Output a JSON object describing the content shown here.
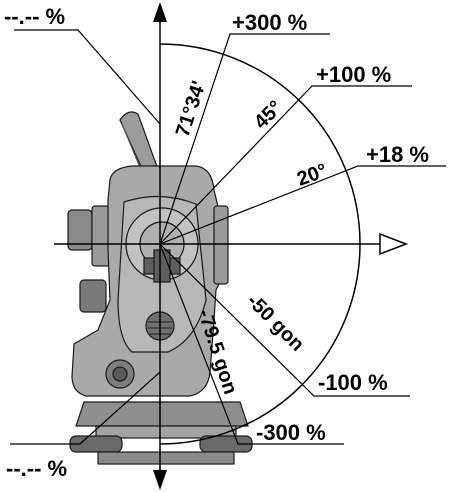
{
  "labels": {
    "unknown_top": "--.-- %",
    "unknown_bottom": "--.-- %",
    "p300": "+300 %",
    "p100": "+100 %",
    "p18": "+18 %",
    "m100": "-100 %",
    "m300": "-300 %",
    "a7134": "71°34'",
    "a45": "45°",
    "a20": "20°",
    "g50": "-50 gon",
    "g795": "-79.5 gon"
  },
  "colors": {
    "line": "#000000",
    "instrument_fill": "#a9a9a9",
    "instrument_dark": "#6e6e6e",
    "instrument_light": "#c8c8c8"
  }
}
